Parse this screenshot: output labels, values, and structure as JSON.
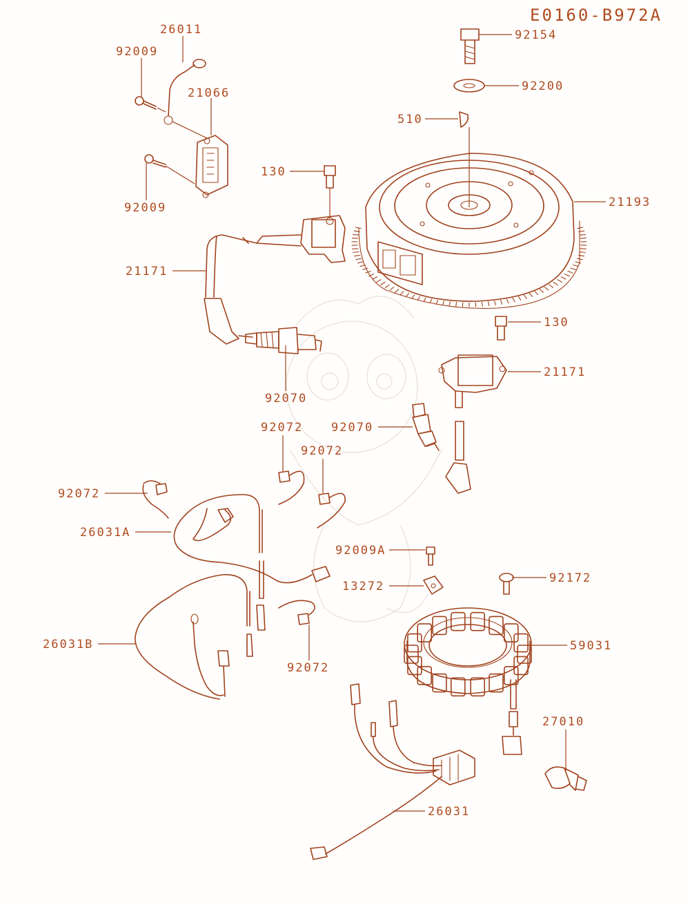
{
  "diagram": {
    "code": "E0160-B972A",
    "labels": [
      {
        "id": "l01",
        "text": "92154"
      },
      {
        "id": "l02",
        "text": "92200"
      },
      {
        "id": "l03",
        "text": "510"
      },
      {
        "id": "l04",
        "text": "21193"
      },
      {
        "id": "l05",
        "text": "130"
      },
      {
        "id": "l06",
        "text": "130"
      },
      {
        "id": "l07",
        "text": "21171"
      },
      {
        "id": "l08",
        "text": "21171"
      },
      {
        "id": "l09",
        "text": "92070"
      },
      {
        "id": "l10",
        "text": "92070"
      },
      {
        "id": "l11",
        "text": "26011"
      },
      {
        "id": "l12",
        "text": "92009"
      },
      {
        "id": "l13",
        "text": "21066"
      },
      {
        "id": "l14",
        "text": "92009"
      },
      {
        "id": "l15",
        "text": "92072"
      },
      {
        "id": "l16",
        "text": "92072"
      },
      {
        "id": "l17",
        "text": "92072"
      },
      {
        "id": "l18",
        "text": "92072"
      },
      {
        "id": "l19",
        "text": "26031A"
      },
      {
        "id": "l20",
        "text": "26031B"
      },
      {
        "id": "l21",
        "text": "92009A"
      },
      {
        "id": "l22",
        "text": "13272"
      },
      {
        "id": "l23",
        "text": "92172"
      },
      {
        "id": "l24",
        "text": "59031"
      },
      {
        "id": "l25",
        "text": "27010"
      },
      {
        "id": "l26",
        "text": "26031"
      }
    ]
  },
  "colors": {
    "line": "#a0411c",
    "text": "#b04a1e",
    "background": "#fffefc"
  }
}
